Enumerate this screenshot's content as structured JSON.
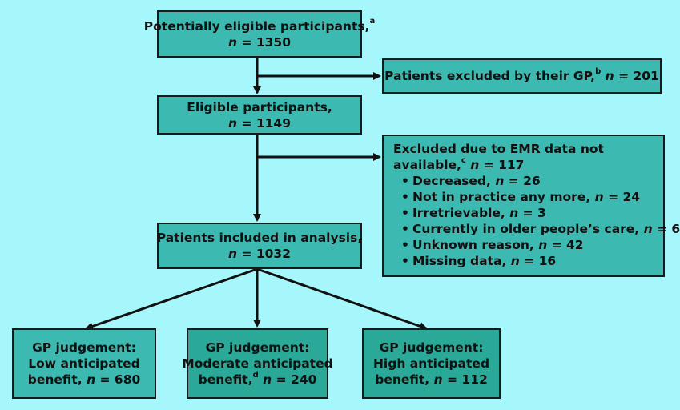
{
  "boxes": {
    "potentially_eligible": {
      "label": "Potentially eligible participants,",
      "sup": "a",
      "n_prefix": "n",
      "n_value": " = 1350"
    },
    "excluded_gp": {
      "label": "Patients excluded by their GP,",
      "sup": "b",
      "n_prefix": "n",
      "n_value": " = 201"
    },
    "eligible": {
      "label": "Eligible participants,",
      "n_prefix": "n",
      "n_value": " = 1149"
    },
    "excluded_emr": {
      "label_line1": "Excluded due to EMR data not",
      "label_line2": "available,",
      "sup": "c",
      "n_prefix": "n",
      "n_value": " = 117",
      "items": [
        {
          "label": "Decreased, ",
          "n_prefix": "n",
          "n_value": " = 26"
        },
        {
          "label": "Not in practice any more, ",
          "n_prefix": "n",
          "n_value": " = 24"
        },
        {
          "label": "Irretrievable, ",
          "n_prefix": "n",
          "n_value": " = 3"
        },
        {
          "label": "Currently in older people’s care, ",
          "n_prefix": "n",
          "n_value": " = 6"
        },
        {
          "label": "Unknown reason, ",
          "n_prefix": "n",
          "n_value": " = 42"
        },
        {
          "label": "Missing data, ",
          "n_prefix": "n",
          "n_value": " = 16"
        }
      ]
    },
    "included": {
      "label": "Patients included in analysis,",
      "n_prefix": "n",
      "n_value": " = 1032"
    },
    "low": {
      "line1": "GP judgement:",
      "line2": "Low anticipated",
      "line3": "benefit, ",
      "n_prefix": "n",
      "n_value": " = 680"
    },
    "moderate": {
      "line1": "GP judgement:",
      "line2": "Moderate anticipated",
      "line3": "benefit,",
      "sup": "d",
      "n_prefix": "n",
      "n_value": " = 240"
    },
    "high": {
      "line1": "GP judgement:",
      "line2": "High anticipated",
      "line3": "benefit, ",
      "n_prefix": "n",
      "n_value": " = 112"
    }
  },
  "colors": {
    "background": "#a6f7fb",
    "box_light": "#3cbab2",
    "box_dark": "#2aa898",
    "border": "#1a1a1a"
  }
}
